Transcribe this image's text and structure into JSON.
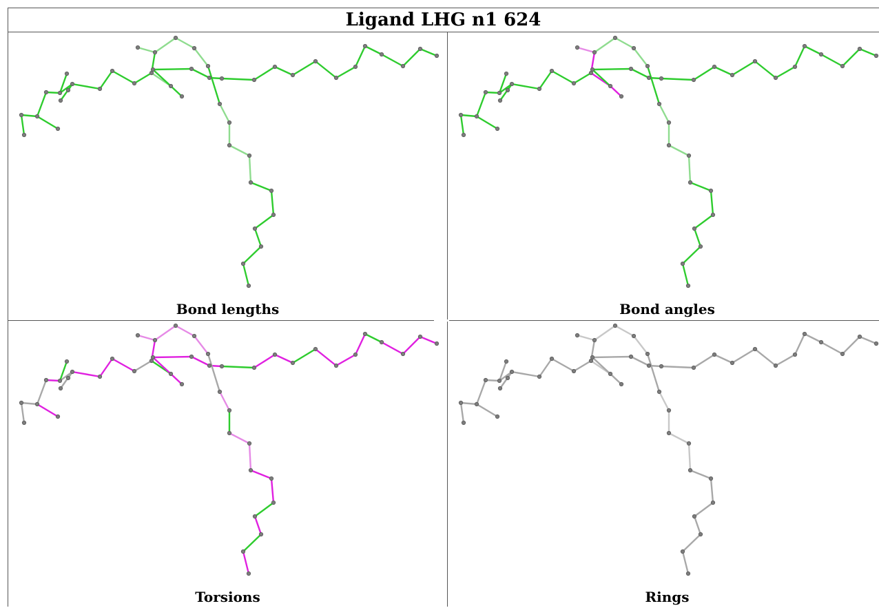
{
  "title": "Ligand LHG n1 624",
  "panels": [
    {
      "id": "bond-lengths",
      "label": "Bond lengths"
    },
    {
      "id": "bond-angles",
      "label": "Bond angles"
    },
    {
      "id": "torsions",
      "label": "Torsions"
    },
    {
      "id": "rings",
      "label": "Rings"
    }
  ],
  "colors": {
    "green": "#2ecc2e",
    "light_green": "#8fdc8f",
    "magenta": "#e020e0",
    "light_magenta": "#e68ae6",
    "gray": "#a8a8a8",
    "light_gray": "#c8c8c8",
    "atom": "#7d7d7d"
  }
}
